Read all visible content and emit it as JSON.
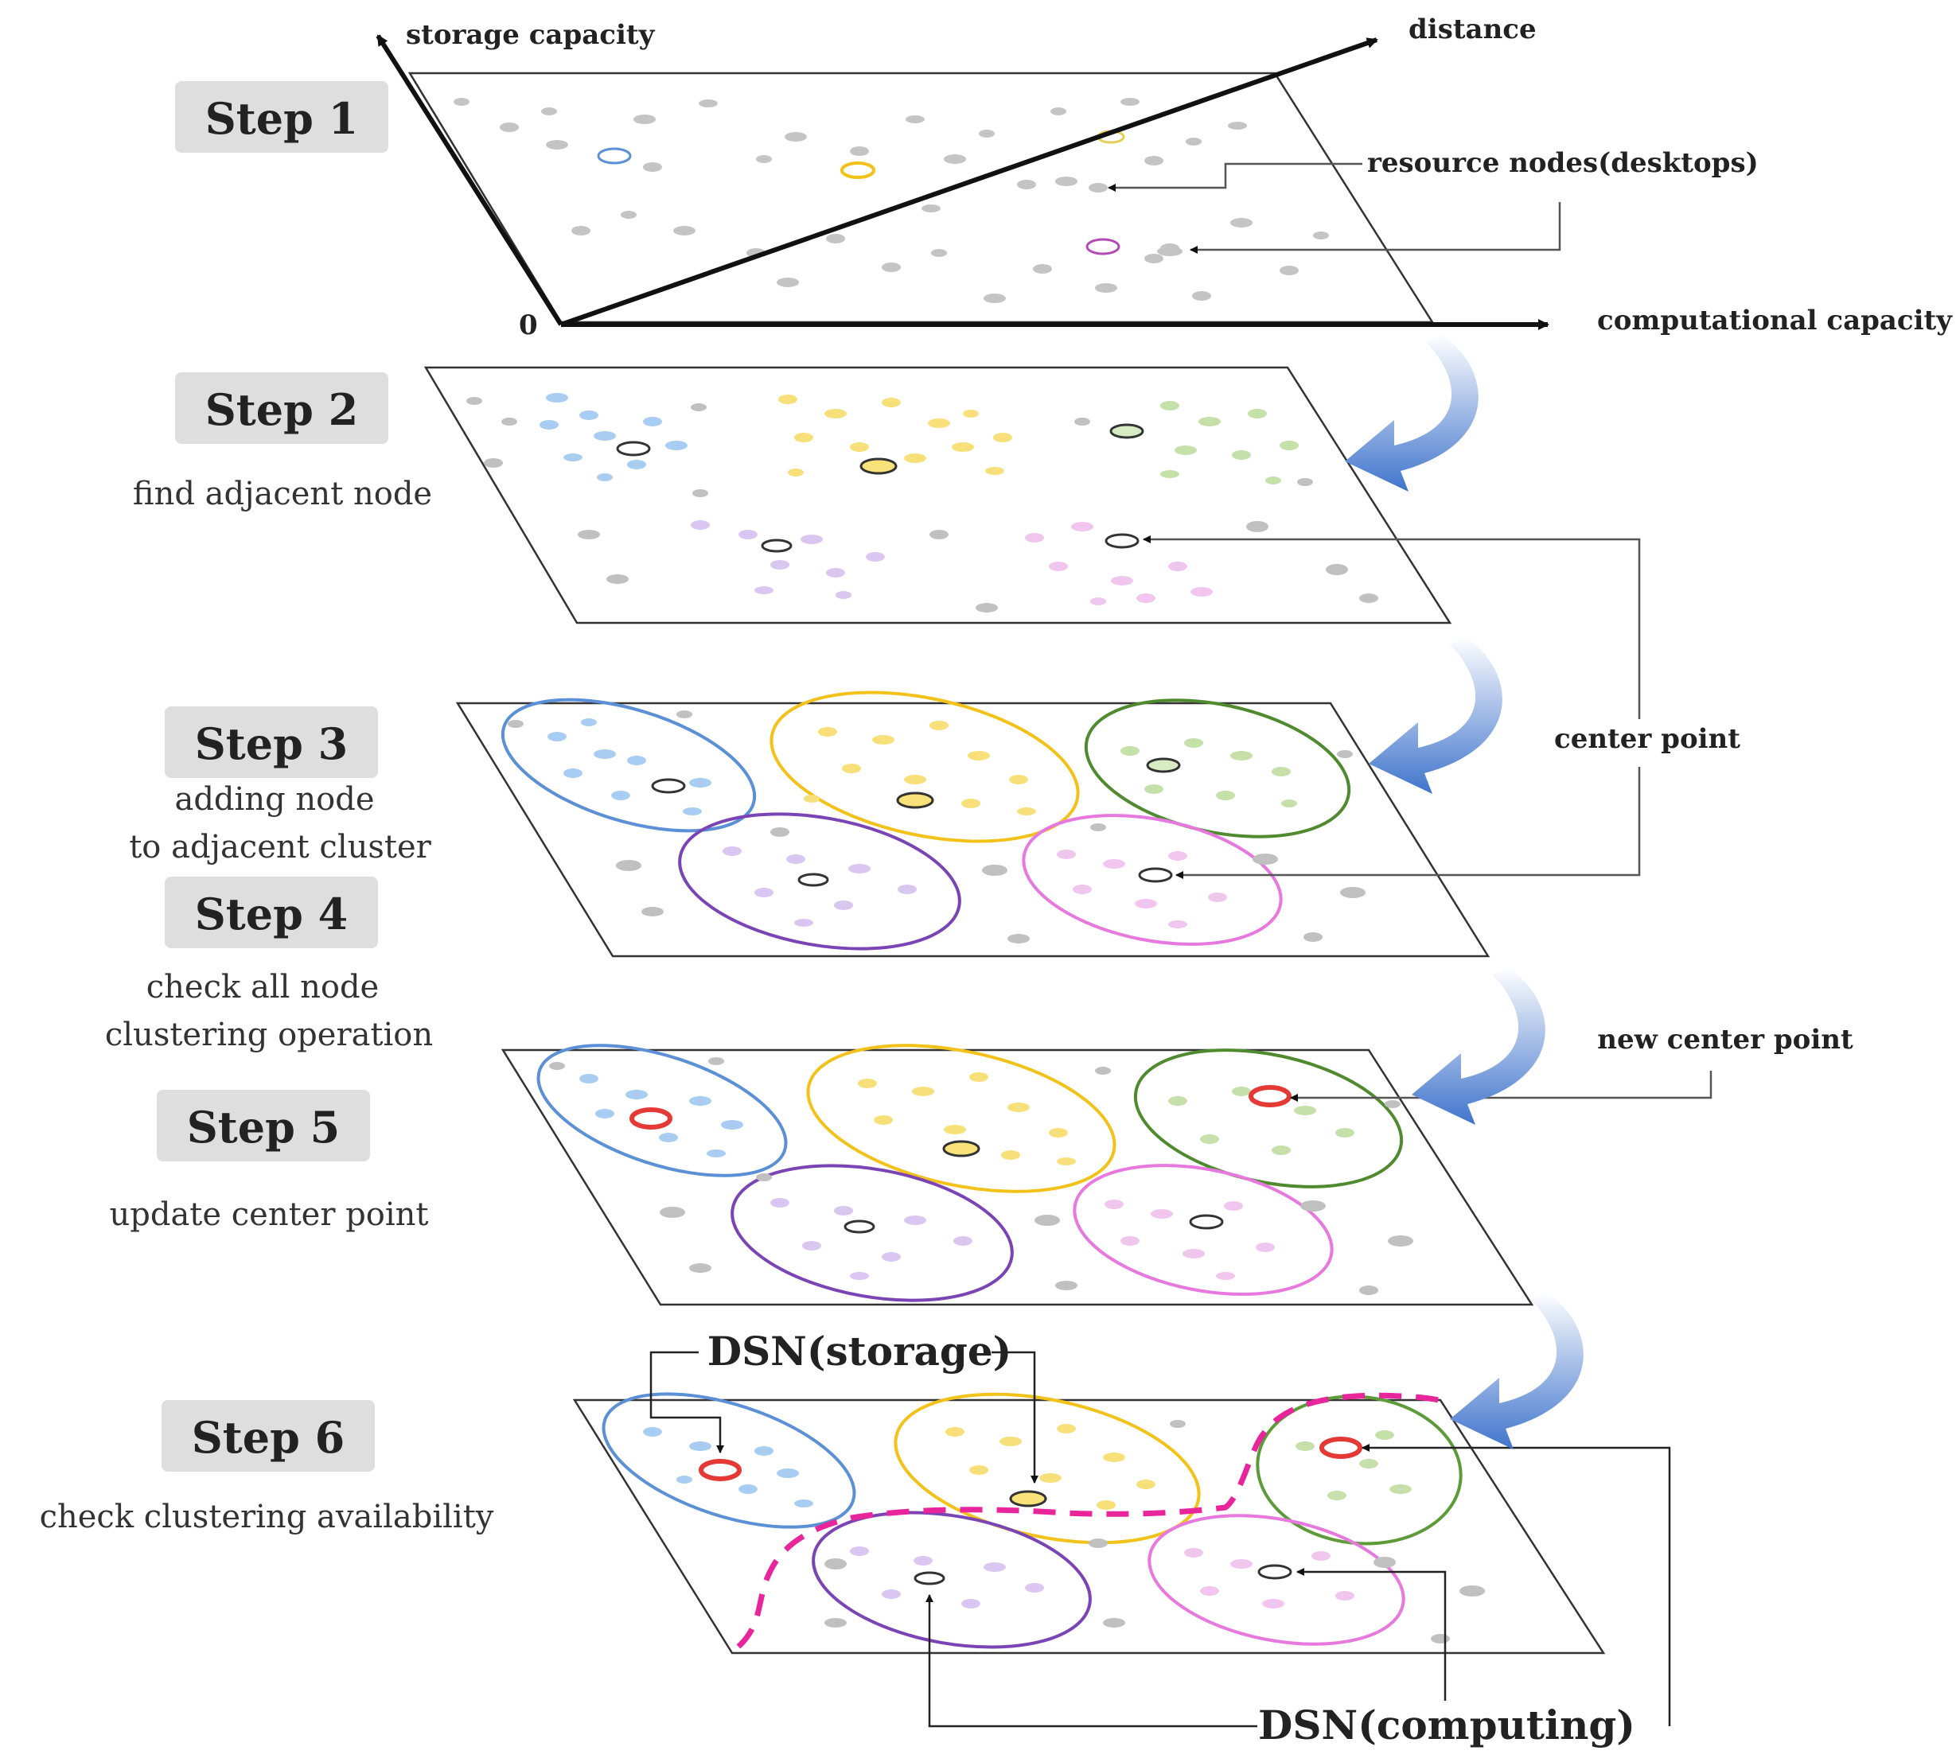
{
  "axes": {
    "storage": "storage capacity",
    "distance": "distance",
    "computational": "computational capacity",
    "origin": "0"
  },
  "steps": [
    {
      "label": "Step 1",
      "desc": []
    },
    {
      "label": "Step 2",
      "desc": [
        "find adjacent node"
      ]
    },
    {
      "label": "Step 3",
      "desc": [
        "adding node",
        "to adjacent cluster"
      ]
    },
    {
      "label": "Step 4",
      "desc": [
        "check all node",
        "clustering operation"
      ]
    },
    {
      "label": "Step 5",
      "desc": [
        "update center point"
      ]
    },
    {
      "label": "Step 6",
      "desc": [
        "check clustering availability"
      ]
    }
  ],
  "annotations": {
    "resource_nodes": "resource nodes(desktops)",
    "center_point": "center point",
    "new_center_point": "new center point",
    "dsn_storage": "DSN(storage)",
    "dsn_computing": "DSN(computing)"
  },
  "colors": {
    "blue": "#5b8fd6",
    "yellow": "#f2c21b",
    "green": "#5c9a3a",
    "purple": "#7a44b5",
    "pink": "#e778dd",
    "red": "#e53935",
    "magenta_dash": "#e8259b",
    "arrow_blue": "#4a7fd4",
    "gray_node": "#b8b8b8"
  }
}
